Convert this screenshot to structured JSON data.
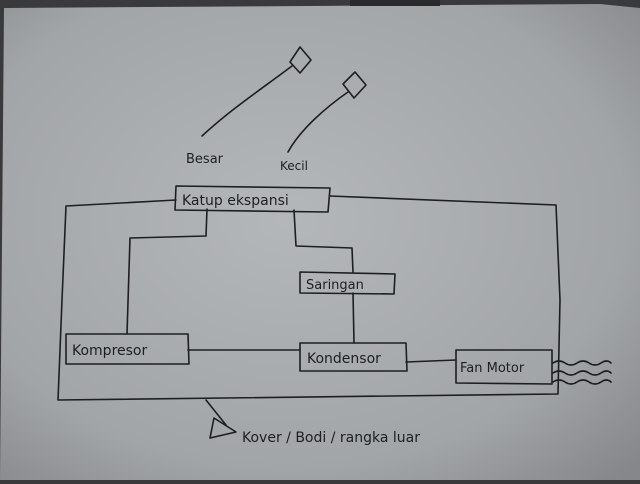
{
  "diagram": {
    "nodes": {
      "katup": "Katup ekspansi",
      "saringan": "Saringan",
      "kompresor": "Kompresor",
      "kondensor": "Kondensor",
      "fan_motor": "Fan Motor"
    },
    "valve_labels": {
      "besar": "Besar",
      "kecil": "Kecil"
    },
    "note": "Kover / Bodi / rangka luar"
  },
  "colors": {
    "paper": "#a9acae",
    "ink": "#1e1e22",
    "background": "#3a3a3c"
  }
}
